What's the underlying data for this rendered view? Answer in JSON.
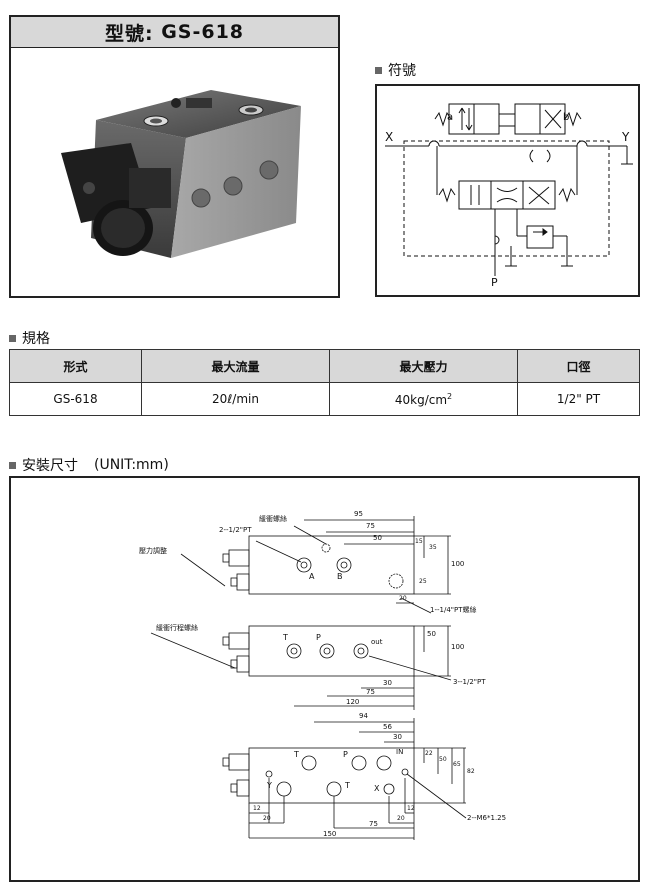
{
  "title": {
    "label": "型號:",
    "model": "GS-618"
  },
  "symbol_section": {
    "heading": "符號",
    "labels": {
      "a": "a",
      "b": "b",
      "x": "X",
      "y": "Y",
      "p": "P"
    }
  },
  "spec_section": {
    "heading": "規格",
    "headers": [
      "形式",
      "最大流量",
      "最大壓力",
      "口徑"
    ],
    "row": {
      "model": "GS-618",
      "flow": "20ℓ/min",
      "pressure": "40kg/cm",
      "pressure_sup": "2",
      "port": "1/2\" PT"
    }
  },
  "install_section": {
    "heading": "安裝尺寸",
    "unit": "(UNIT:mm)",
    "view1": {
      "label_stroke_adjust": "緩衝螺絲",
      "label_ports": "2--1/2\"PT",
      "label_pressure_adjust": "壓力調整",
      "label_port_side": "1--1/4\"PT螺絲",
      "port_a": "A",
      "port_b": "B",
      "dims": {
        "d95": "95",
        "d75": "75",
        "d50": "50",
        "d35": "35",
        "d15": "15",
        "d100": "100",
        "d25": "25",
        "d20": "20"
      }
    },
    "view2": {
      "label_stroke": "緩衝行程螺絲",
      "port_t": "T",
      "port_p": "P",
      "port_out": "out",
      "label_ports": "3--1/2\"PT",
      "dims": {
        "d50": "50",
        "d100": "100",
        "d30": "30",
        "d75": "75",
        "d120": "120"
      }
    },
    "view3": {
      "port_t1": "T",
      "port_p": "P",
      "port_in": "IN",
      "port_y": "Y",
      "port_t2": "T",
      "port_x": "X",
      "label_m6": "2--M6*1.25",
      "dims": {
        "d94": "94",
        "d56": "56",
        "d30": "30",
        "d22": "22",
        "d50": "50",
        "d65": "65",
        "d82": "82",
        "d12a": "12",
        "d20a": "20",
        "d75": "75",
        "d20b": "20",
        "d12b": "12",
        "d150": "150"
      }
    }
  }
}
